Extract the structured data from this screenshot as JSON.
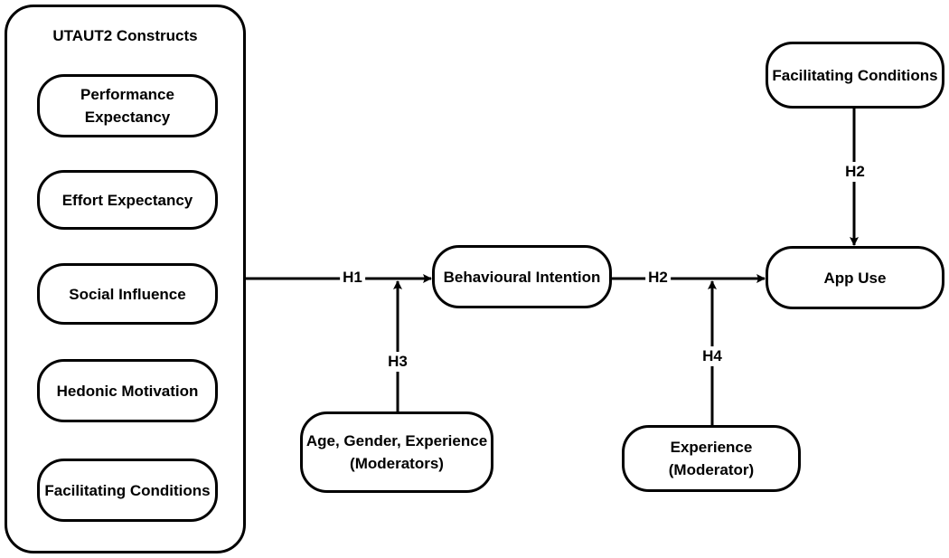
{
  "utaut2": {
    "title": "UTAUT2 Constructs",
    "constructs": [
      "Performance\nExpectancy",
      "Effort Expectancy",
      "Social Influence",
      "Hedonic Motivation",
      "Facilitating Conditions"
    ]
  },
  "nodes": {
    "behavioural_intention": "Behavioural Intention",
    "app_use": "App Use",
    "facilitating_conditions": "Facilitating Conditions",
    "moderators": "Age, Gender, Experience\n(Moderators)",
    "experience_moderator": "Experience\n(Moderator)"
  },
  "hypotheses": {
    "h1": "H1",
    "h2_main": "H2",
    "h2_fc": "H2",
    "h3": "H3",
    "h4": "H4"
  }
}
